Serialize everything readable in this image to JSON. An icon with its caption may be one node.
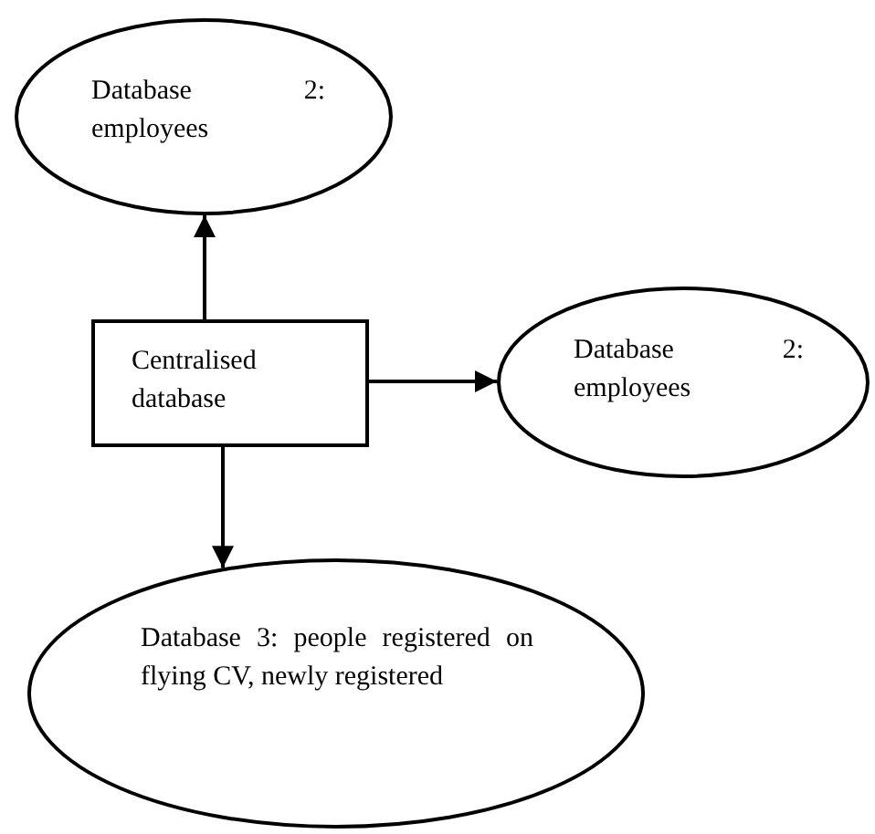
{
  "diagram": {
    "nodes": [
      {
        "text": [
          "Database 2: employees"
        ]
      },
      {
        "text": [
          "Centralised database"
        ]
      },
      {
        "text": [
          "Database 2: employees"
        ]
      },
      {
        "text": [
          "Database 3: people registered on flying CV, newly registered"
        ]
      }
    ],
    "edges": [
      {
        "from": 1,
        "to": 0,
        "arrow": "to"
      },
      {
        "from": 1,
        "to": 2,
        "arrow": "to"
      },
      {
        "from": 1,
        "to": 3,
        "arrow": "to"
      }
    ]
  }
}
